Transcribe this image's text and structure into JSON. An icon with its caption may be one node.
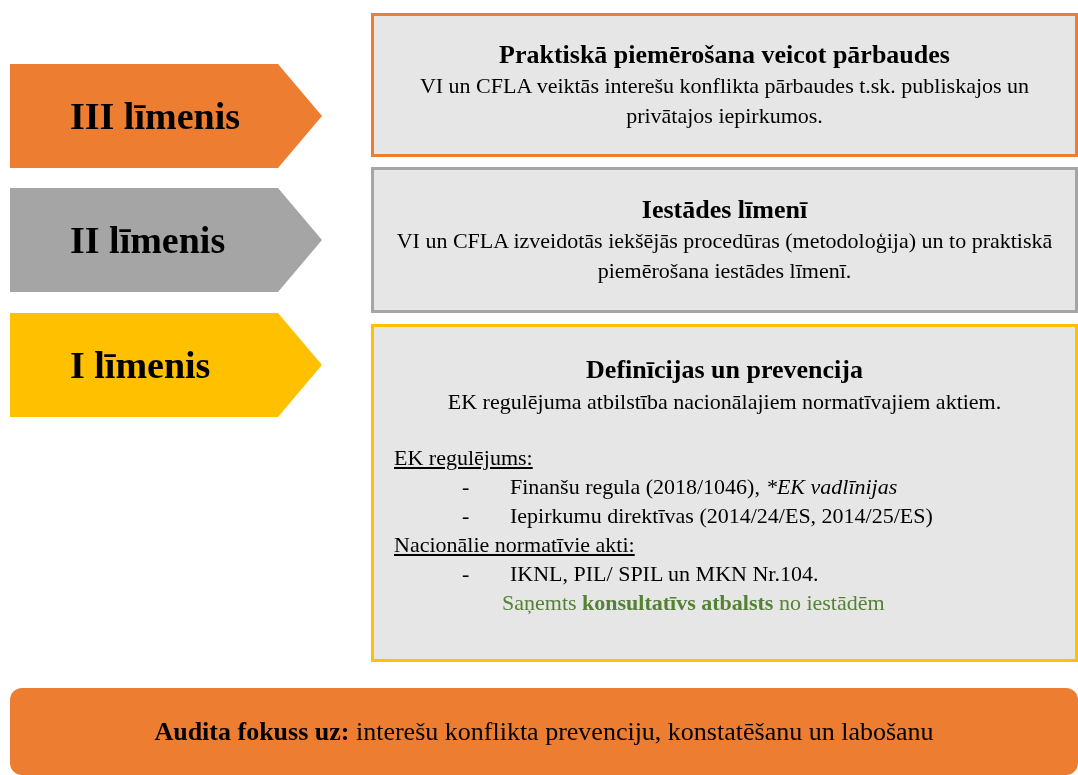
{
  "diagram": {
    "nodes": [
      {
        "text": [
          "III līmenis"
        ]
      },
      {
        "text": [
          "Praktiskā piemērošana veicot pārbaudes",
          "VI un CFLA veiktās interešu konflikta pārbaudes t.sk. publiskajos un privātajos iepirkumos."
        ]
      },
      {
        "text": [
          "II līmenis"
        ]
      },
      {
        "text": [
          "Iestādes līmenī",
          "VI un CFLA izveidotās iekšējās procedūras (metodoloģija) un to praktiskā piemērošana iestādes līmenī."
        ]
      },
      {
        "text": [
          "I līmenis"
        ]
      },
      {
        "text": [
          "Definīcijas un prevencija",
          "EK regulējuma atbilstība nacionālajiem normatīvajiem aktiem.",
          "EK regulējums:",
          "-",
          "Finanšu regula (2018/1046),",
          "*EK vadlīnijas",
          "-",
          "Iepirkumu direktīvas (2014/24/ES, 2014/25/ES)",
          "Nacionālie normatīvie akti:",
          "-",
          "IKNL, PIL/ SPIL un MKN Nr.104.",
          "Saņemts **konsultatīvs atbalsts** no iestādēm"
        ]
      },
      {
        "text": [
          "**Audita fokuss uz:** interešu konflikta prevenciju, konstatēšanu un labošanu"
        ]
      }
    ]
  }
}
